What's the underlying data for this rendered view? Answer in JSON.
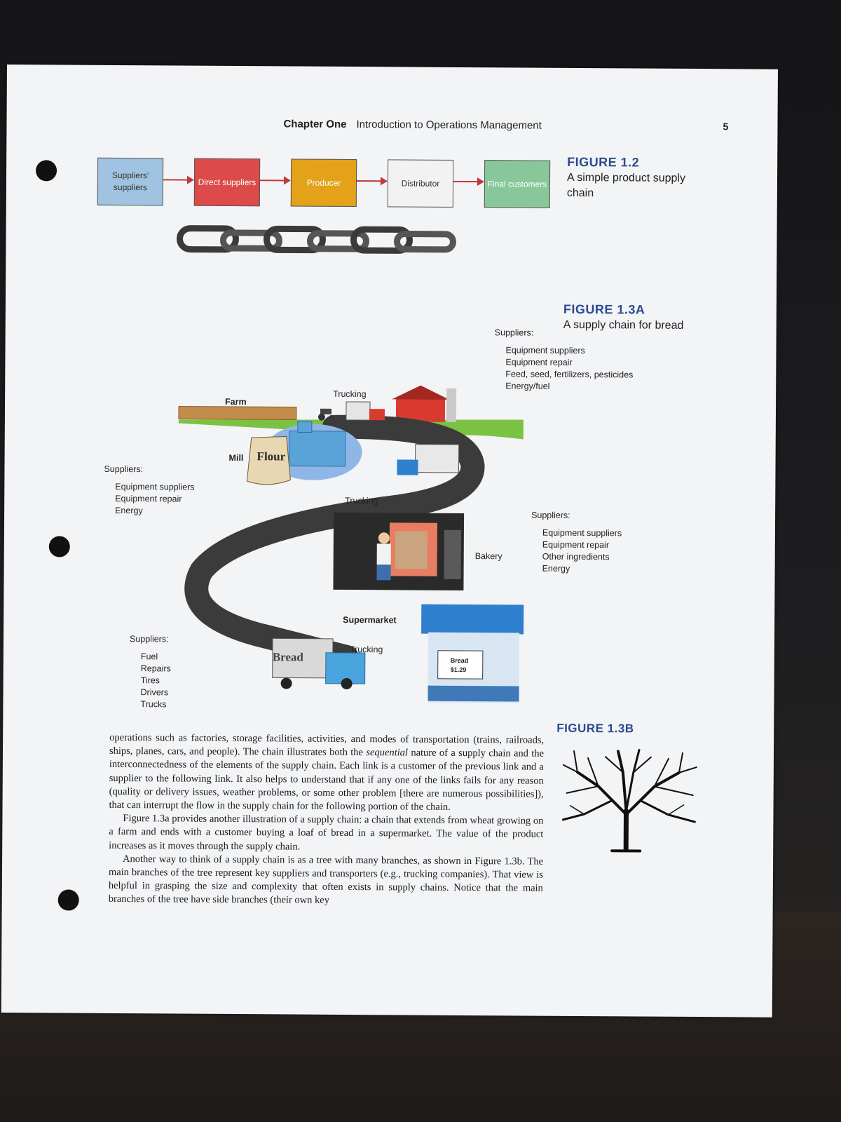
{
  "header": {
    "chapter": "Chapter One",
    "title": "Introduction to Operations Management",
    "page_number": "5"
  },
  "figure_1_2": {
    "label": "FIGURE 1.2",
    "caption": "A simple product supply chain",
    "boxes": [
      {
        "text": "Suppliers' suppliers",
        "color": "#9fc3e0"
      },
      {
        "text": "Direct suppliers",
        "color": "#dc4a4a"
      },
      {
        "text": "Producer",
        "color": "#e3a21a"
      },
      {
        "text": "Distributor",
        "color": "#f2f2f2"
      },
      {
        "text": "Final customers",
        "color": "#88c79a"
      }
    ]
  },
  "figure_1_3a": {
    "label": "FIGURE 1.3A",
    "caption": "A supply chain for bread",
    "farm_suppliers": {
      "heading": "Suppliers:",
      "items": [
        "Equipment suppliers",
        "Equipment repair",
        "Feed, seed, fertilizers, pesticides",
        "Energy/fuel"
      ]
    },
    "mill_suppliers": {
      "heading": "Suppliers:",
      "items": [
        "Equipment suppliers",
        "Equipment repair",
        "Energy"
      ]
    },
    "bakery_suppliers": {
      "heading": "Suppliers:",
      "items": [
        "Equipment suppliers",
        "Equipment repair",
        "Other ingredients",
        "Energy"
      ]
    },
    "trucking_suppliers": {
      "heading": "Suppliers:",
      "items": [
        "Fuel",
        "Repairs",
        "Tires",
        "Drivers",
        "Trucks"
      ]
    },
    "stage_labels": {
      "farm": "Farm",
      "mill": "Mill",
      "bakery": "Bakery",
      "supermarket": "Supermarket",
      "trucking_1": "Trucking",
      "trucking_2": "Trucking",
      "trucking_3": "Trucking"
    },
    "flour_bag": "Flour",
    "truck_text": "Bread",
    "store_sign": [
      "Bread",
      "$1.29"
    ]
  },
  "figure_1_3b": {
    "label": "FIGURE 1.3B"
  },
  "body": {
    "p1_a": "operations such as factories, storage facilities, activities, and modes of transportation (trains, railroads, ships, planes, cars, and people). The chain illustrates both the ",
    "p1_em": "sequential",
    "p1_b": " nature of a supply chain and the interconnectedness of the elements of the supply chain. Each link is a customer of the previous link and a supplier to the following link. It also helps to understand that if any one of the links fails for any reason (quality or delivery issues, weather problems, or some other problem [there are numerous possibilities]), that can interrupt the flow in the supply chain for the following portion of the chain.",
    "p2": "Figure 1.3a provides another illustration of a supply chain: a chain that extends from wheat growing on a farm and ends with a customer buying a loaf of bread in a supermarket. The value of the product increases as it moves through the supply chain.",
    "p3": "Another way to think of a supply chain is as a tree with many branches, as shown in Figure 1.3b. The main branches of the tree represent key suppliers and transporters (e.g., trucking companies). That view is helpful in grasping the size and complexity that often exists in supply chains. Notice that the main branches of the tree have side branches (their own key"
  }
}
